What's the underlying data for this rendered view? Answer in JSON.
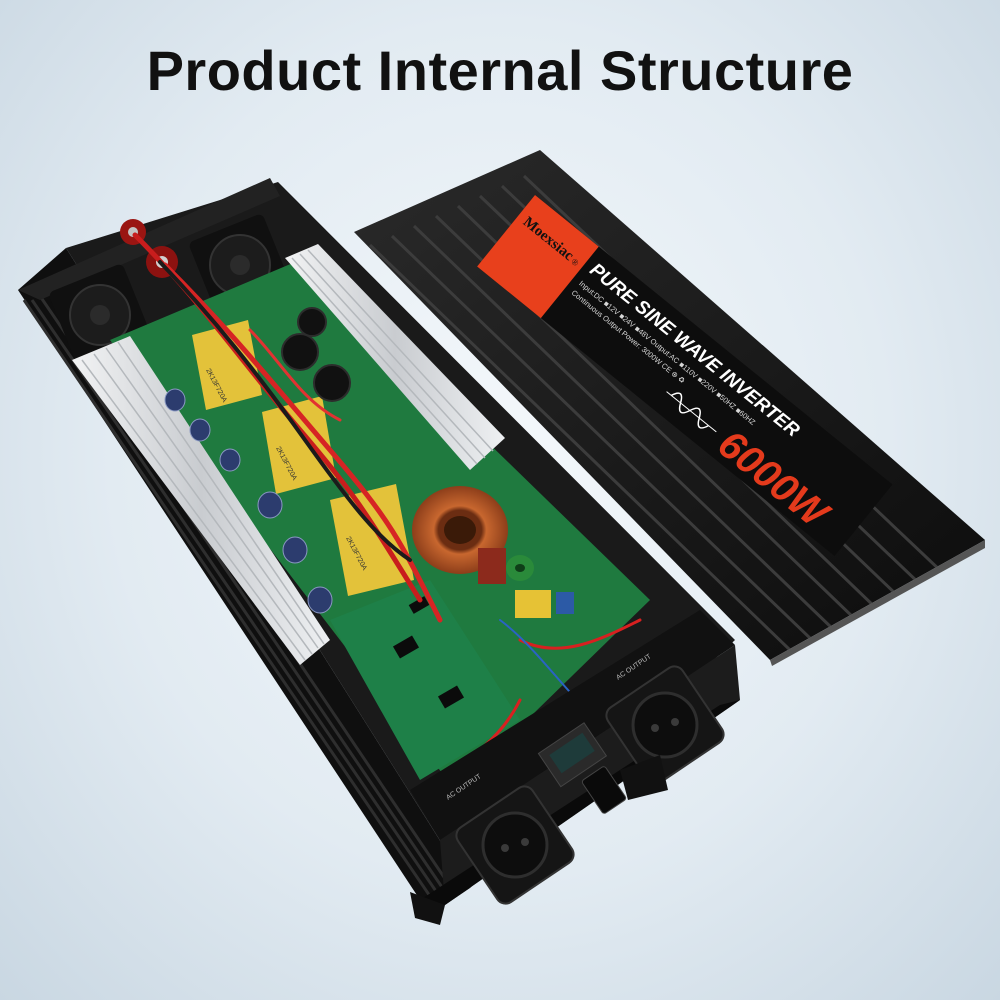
{
  "headline": "Product Internal Structure",
  "lid": {
    "brand": "Moexsiac",
    "brand_mark": "®",
    "product_name": "PURE SINE WAVE INVERTER",
    "spec_line_1": "Input:DC ■12V ■24V ■48V Output:AC ■110V ■220V ■50HZ ■60HZ",
    "spec_line_2": "Continuous Output Power: 3000W CE ⊕ ♻",
    "power_rating": "6000W"
  },
  "transformer_labels": [
    "2K13F720A",
    "2K13F720A",
    "2K13F720A"
  ],
  "panel_labels": [
    "AC OUTPUT",
    "AC OUTPUT"
  ],
  "colors": {
    "lid_black": "#161616",
    "brand_orange": "#e8401c",
    "power_red": "#e43a1c",
    "pcb_green": "#1f7a3f",
    "heatsink_silver": "#d9dcdf",
    "copper": "#b8562a",
    "transformer_yellow": "#e3c23a"
  }
}
